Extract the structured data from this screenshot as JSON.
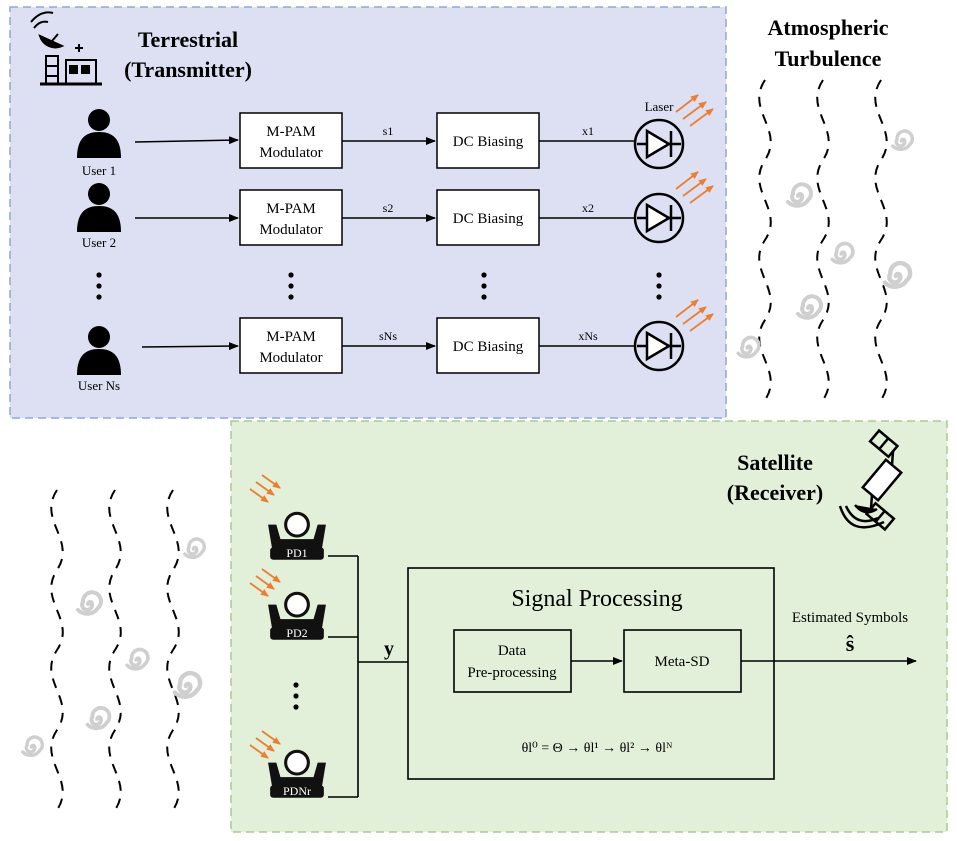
{
  "terrestrial": {
    "title_line1": "Terrestrial",
    "title_line2": "(Transmitter)",
    "users": [
      "User 1",
      "User 2",
      "User Ns"
    ],
    "modulator_line1": "M-PAM",
    "modulator_line2": "Modulator",
    "biasing": "DC Biasing",
    "s_labels": [
      "s1",
      "s2",
      "sNs"
    ],
    "x_labels": [
      "x1",
      "x2",
      "xNs"
    ],
    "laser_label": "Laser"
  },
  "channel": {
    "title_line1": "Atmospheric",
    "title_line2": "Turbulence"
  },
  "satellite": {
    "title_line1": "Satellite",
    "title_line2": "(Receiver)",
    "pd_labels": [
      "PD1",
      "PD2",
      "PDNr"
    ],
    "y_label": "y",
    "signal_processing": "Signal Processing",
    "preproc_line1": "Data",
    "preproc_line2": "Pre-processing",
    "metasd": "Meta-SD",
    "theta_chain": "θl⁰ = Θ → θl¹ → θl² → θlᴺ",
    "estimated": "Estimated Symbols",
    "s_hat": "ŝ"
  },
  "colors": {
    "terrestrial_bg": "#dce0f2",
    "terrestrial_border": "#8fa7d6",
    "satellite_bg": "#e2efd9",
    "satellite_border": "#a9cc94",
    "laser_arrow": "#ed7d31",
    "swirl": "#d0d0d0"
  }
}
